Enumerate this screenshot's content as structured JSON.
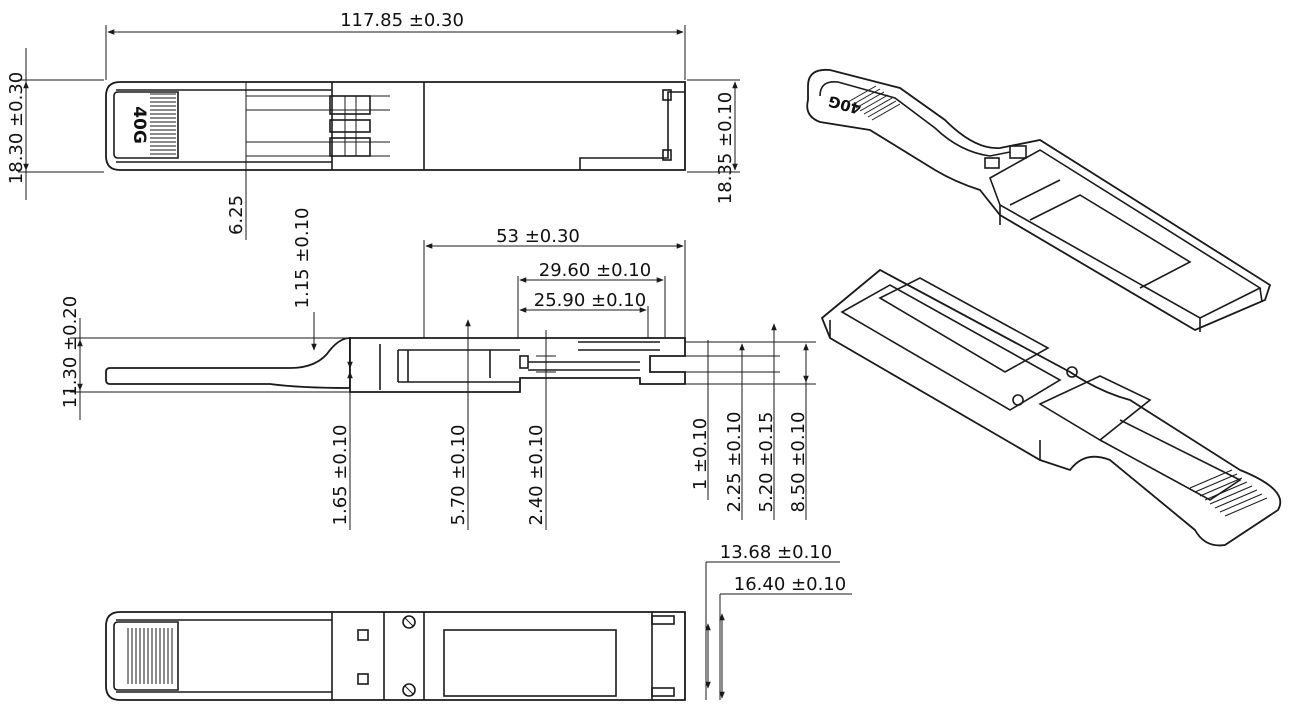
{
  "drawing": {
    "top_view": {
      "length": "117.85 ±0.30",
      "width_left": "18.30 ±0.30",
      "width_right": "18.35 ±0.10",
      "pull_tab_offset": "6.25",
      "marking": "40G"
    },
    "side_view": {
      "dim_53": "53 ±0.30",
      "dim_29_60": "29.60 ±0.10",
      "dim_25_90": "25.90 ±0.10",
      "dim_11_30": "11.30 ±0.20",
      "dim_1_15": "1.15 ±0.10",
      "dim_1_65": "1.65 ±0.10",
      "dim_5_70": "5.70 ±0.10",
      "dim_2_40": "2.40 ±0.10",
      "dim_1": "1 ±0.10",
      "dim_2_25": "2.25 ±0.10",
      "dim_5_20": "5.20 ±0.15",
      "dim_8_50": "8.50 ±0.10"
    },
    "bottom_view": {
      "dim_13_68": "13.68 ±0.10",
      "dim_16_40": "16.40 ±0.10"
    },
    "iso_view": {
      "marking": "40G"
    }
  }
}
